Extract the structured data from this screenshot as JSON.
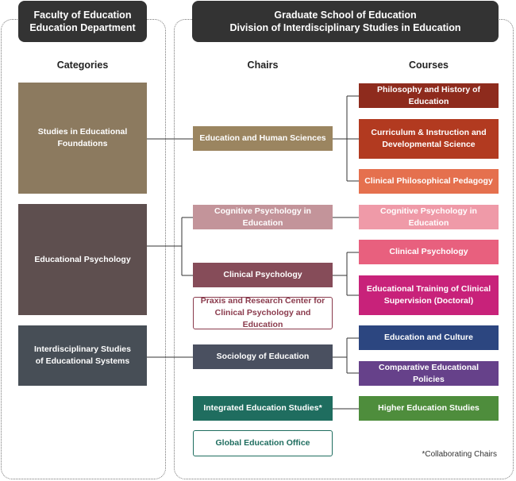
{
  "left_header": {
    "line1": "Faculty of Education",
    "line2": "Education Department"
  },
  "right_header": {
    "line1": "Graduate School of Education",
    "line2": "Division of Interdisciplinary Studies in Education"
  },
  "column_headers": {
    "categories": "Categories",
    "chairs": "Chairs",
    "courses": "Courses"
  },
  "categories": [
    {
      "line1": "Studies in Educational",
      "line2": "Foundations",
      "color": "#8c7a5f"
    },
    {
      "line1": "Educational Psychology",
      "line2": "",
      "color": "#5e4f4f"
    },
    {
      "line1": "Interdisciplinary Studies",
      "line2": "of Educational Systems",
      "color": "#474e56"
    }
  ],
  "chairs": [
    {
      "line1": "Education and Human Sciences",
      "line2": "",
      "color": "#9b8560"
    },
    {
      "line1": "Cognitive Psychology in Education",
      "line2": "",
      "color": "#c3949a"
    },
    {
      "line1": "Clinical Psychology",
      "line2": "",
      "color": "#864c59"
    },
    {
      "line1": "Praxis and Research Center for",
      "line2": "Clinical Psychology and Education",
      "color": "#8a3a4c"
    },
    {
      "line1": "Sociology of Education",
      "line2": "",
      "color": "#4a5060"
    },
    {
      "line1": "Integrated Education Studies*",
      "line2": "",
      "color": "#1f6d5f"
    },
    {
      "line1": "Global Education Office",
      "line2": "",
      "color": "#1f6d5f"
    }
  ],
  "courses": [
    {
      "line1": "Philosophy and History of Education",
      "line2": "",
      "color": "#8e2b1d"
    },
    {
      "line1": "Curriculum & Instruction and",
      "line2": "Developmental Science",
      "color": "#b23a20"
    },
    {
      "line1": "Clinical Philosophical Pedagogy",
      "line2": "",
      "color": "#e5704e"
    },
    {
      "line1": "Cognitive Psychology in Education",
      "line2": "",
      "color": "#ef9aa8"
    },
    {
      "line1": "Clinical Psychology",
      "line2": "",
      "color": "#e8607e"
    },
    {
      "line1": "Educational Training of Clinical",
      "line2": "Supervision (Doctoral)",
      "color": "#c8227a"
    },
    {
      "line1": "Education and Culture",
      "line2": "",
      "color": "#2c4680"
    },
    {
      "line1": "Comparative Educational Policies",
      "line2": "",
      "color": "#66418a"
    },
    {
      "line1": "Higher Education Studies",
      "line2": "",
      "color": "#4e8d3c"
    }
  ],
  "footnote": "*Collaborating Chairs"
}
